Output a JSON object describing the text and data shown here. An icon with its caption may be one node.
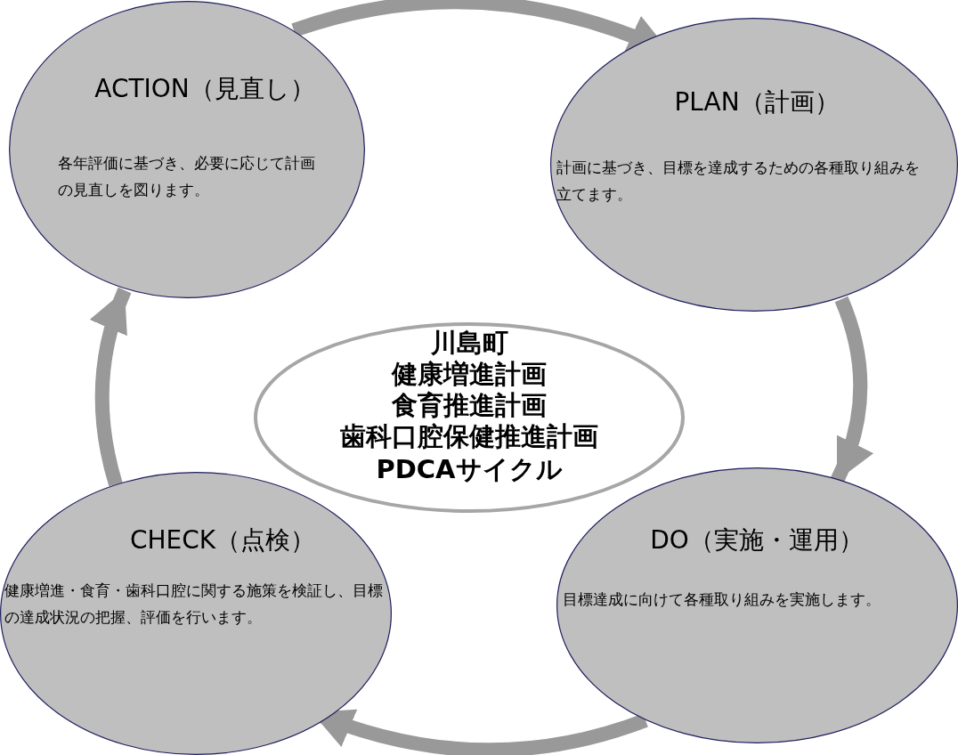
{
  "diagram": {
    "nodes": [
      {
        "text": [
          "ACTION（見直し）",
          "各年評価に基づき、必要に応じて計画の見直しを図ります。"
        ]
      },
      {
        "text": [
          "PLAN（計画）",
          "計画に基づき、目標を達成するための各種取り組みを立てます。"
        ]
      },
      {
        "text": [
          "DO（実施・運用）",
          "目標達成に向けて各種取り組みを実施します。"
        ]
      },
      {
        "text": [
          "CHECK（点検）",
          "健康増進・食育・歯科口腔に関する施策を検証し、目標の達成状況の把握、評価を行います。"
        ]
      },
      {
        "text": [
          "川島町",
          "健康増進計画",
          "食育推進計画",
          "歯科口腔保健推進計画",
          "PDCAサイクル"
        ]
      }
    ],
    "edges": [
      {
        "from": 0,
        "to": 1,
        "arrow": "to"
      },
      {
        "from": 1,
        "to": 2,
        "arrow": "to"
      },
      {
        "from": 2,
        "to": 3,
        "arrow": "to"
      },
      {
        "from": 3,
        "to": 0,
        "arrow": "to"
      }
    ]
  }
}
